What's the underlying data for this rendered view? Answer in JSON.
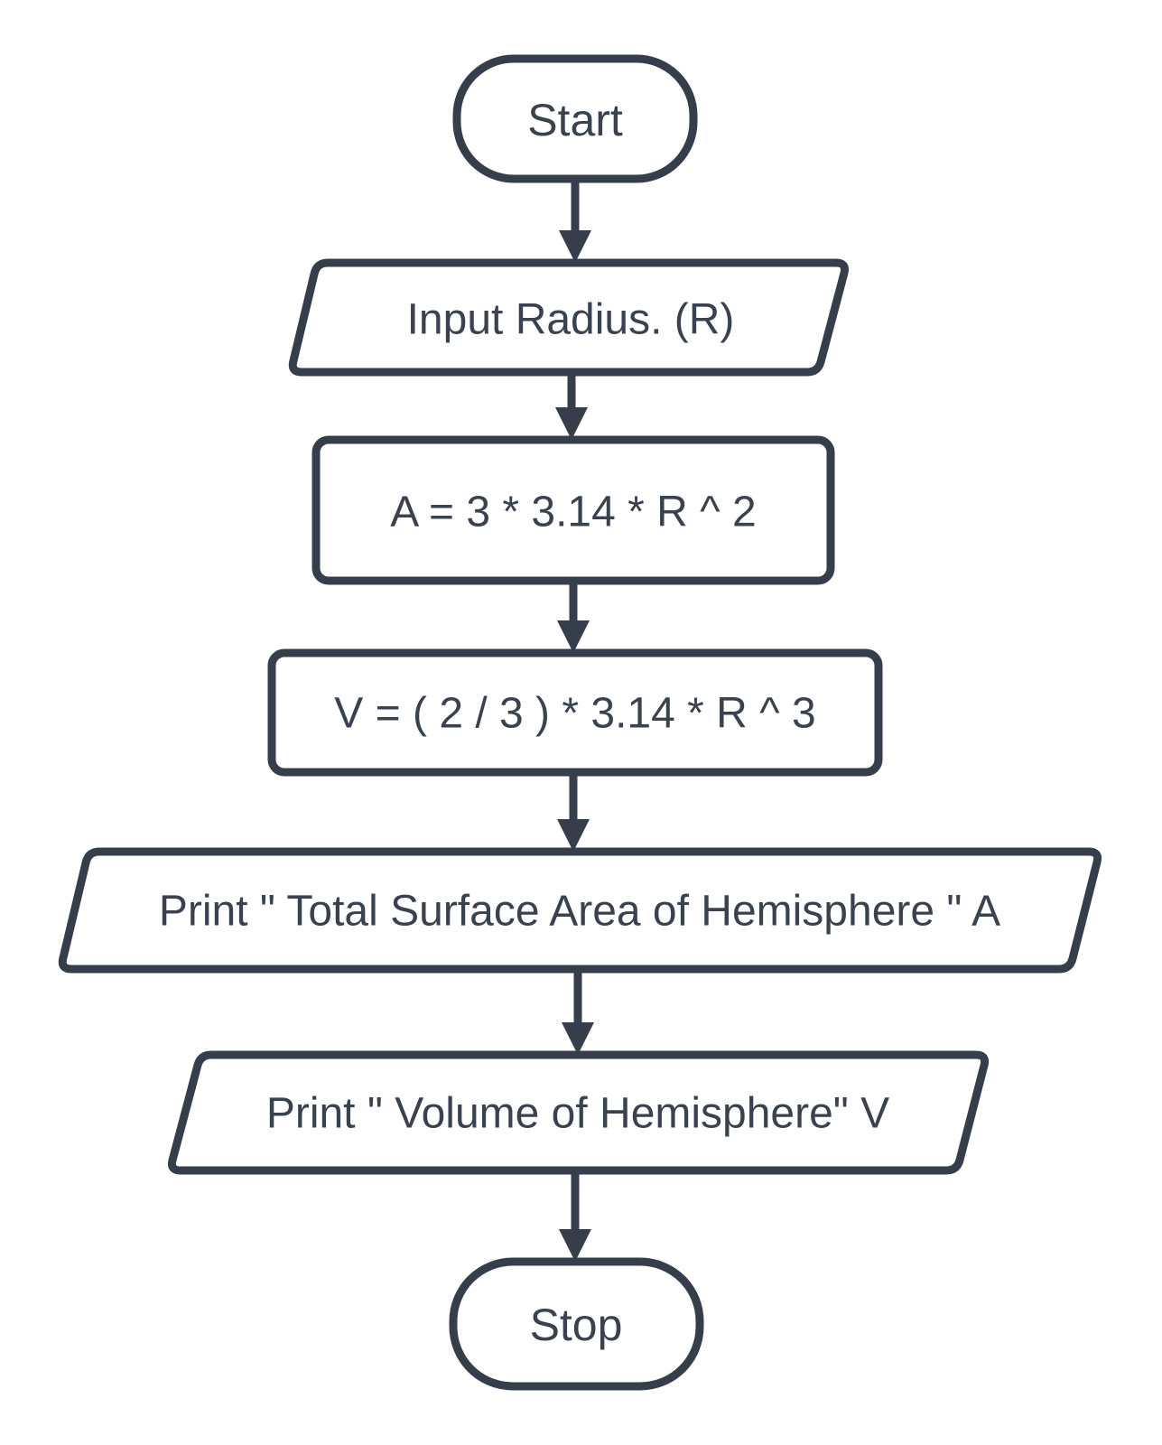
{
  "colors": {
    "shape_stroke": "#363e4c",
    "shape_fill": "#ffffff",
    "text": "#3a4250",
    "background": "#ffffff"
  },
  "nodes": [
    {
      "id": "start",
      "type": "terminator",
      "label": "Start"
    },
    {
      "id": "input-radius",
      "type": "input-output",
      "label": "Input Radius. (R)"
    },
    {
      "id": "surface-area-formula",
      "type": "process",
      "label": "A = 3 * 3.14 * R ^ 2"
    },
    {
      "id": "volume-formula",
      "type": "process",
      "label": "V = ( 2 / 3 ) * 3.14 * R ^ 3"
    },
    {
      "id": "print-surface-area",
      "type": "input-output",
      "label": "Print \" Total Surface Area of Hemisphere \" A"
    },
    {
      "id": "print-volume",
      "type": "input-output",
      "label": "Print \" Volume of Hemisphere\" V"
    },
    {
      "id": "stop",
      "type": "terminator",
      "label": "Stop"
    }
  ],
  "connectors": [
    {
      "from": "start",
      "to": "input-radius"
    },
    {
      "from": "input-radius",
      "to": "surface-area-formula"
    },
    {
      "from": "surface-area-formula",
      "to": "volume-formula"
    },
    {
      "from": "volume-formula",
      "to": "print-surface-area"
    },
    {
      "from": "print-surface-area",
      "to": "print-volume"
    },
    {
      "from": "print-volume",
      "to": "stop"
    }
  ]
}
